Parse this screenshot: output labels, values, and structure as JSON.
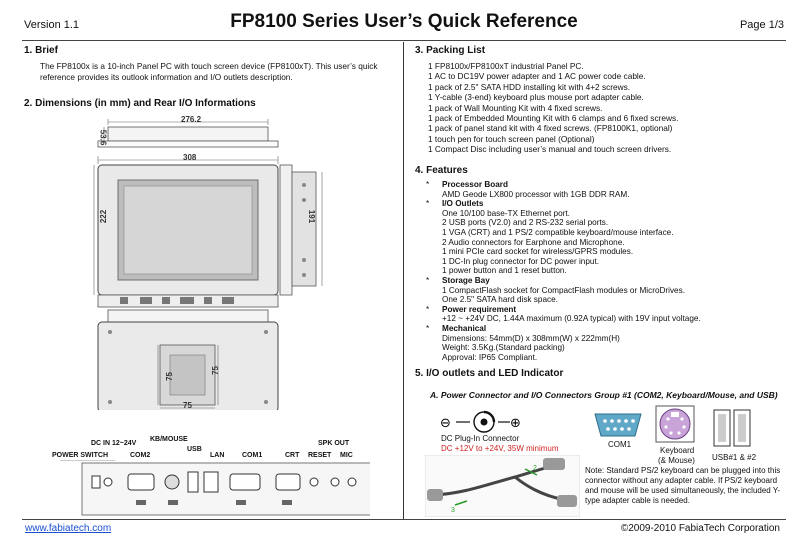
{
  "header": {
    "version": "Version 1.1",
    "title": "FP8100 Series User’s Quick Reference",
    "page": "Page 1/3"
  },
  "sections": {
    "brief": {
      "heading": "1.   Brief",
      "text": "The FP8100x is a 10-inch Panel PC with touch screen device (FP8100xT). This user’s quick reference provides its outlook information and I/O outlets description."
    },
    "dimensions": {
      "heading": "2.   Dimensions (in mm) and Rear I/O Informations",
      "labels": {
        "top_width": "276.2",
        "depth": "53.6",
        "front_width": "308",
        "height": "222",
        "side_height": "191",
        "vesa_a": "75",
        "vesa_b": "75",
        "vesa_c": "75"
      },
      "io_labels": {
        "dc_in": "DC IN 12~24V",
        "kb_mouse": "KB/MOUSE",
        "spk_out": "SPK OUT",
        "power_switch": "POWER SWITCH",
        "com2": "COM2",
        "usb": "USB",
        "lan": "LAN",
        "com1": "COM1",
        "crt": "CRT",
        "reset": "RESET",
        "mic": "MIC"
      }
    },
    "packing": {
      "heading": "3.   Packing List",
      "items": [
        "1 FP8100x/FP8100xT industrial Panel PC.",
        "1 AC to DC19V power adapter and 1 AC power code cable.",
        "1 pack of 2.5\" SATA HDD installing kit with 4+2 screws.",
        "1 Y-cable (3-end) keyboard plus mouse port adapter cable.",
        "1 pack of Wall Mounting Kit with 4 fixed screws.",
        "1 pack of Embedded Mounting Kit with 6 clamps and 6 fixed screws.",
        "1 pack of panel stand kit with 4 fixed screws. (FP8100K1, optional)",
        "1 touch pen for touch screen panel (Optional)",
        "1 Compact Disc including user’s manual and touch screen drivers."
      ]
    },
    "features": {
      "heading": "4.   Features",
      "bullet": "*",
      "groups": [
        {
          "title": "Processor Board",
          "lines": [
            "AMD Geode LX800 processor with 1GB DDR RAM."
          ]
        },
        {
          "title": "I/O Outlets",
          "lines": [
            "One 10/100 base-TX Ethernet port.",
            "2 USB ports (V2.0) and 2 RS-232 serial ports.",
            "1 VGA (CRT) and 1 PS/2 compatible keyboard/mouse interface.",
            "2 Audio connectors for Earphone and Microphone.",
            "1 mini PCIe card socket for wireless/GPRS modules.",
            "1 DC-In plug connector for DC power input.",
            "1 power button and 1 reset button."
          ]
        },
        {
          "title": "Storage Bay",
          "lines": [
            "1 CompactFlash socket for CompactFlash modules or MicroDrives.",
            "One 2.5\" SATA hard disk space."
          ]
        },
        {
          "title": "Power requirement",
          "lines": [
            "+12 ~ +24V DC, 1.44A maximum (0.92A typical) with 19V input voltage."
          ]
        },
        {
          "title": "Mechanical",
          "lines": [
            "Dimensions: 54mm(D) x 308mm(W) x 222mm(H)",
            "Weight: 3.5Kg.(Standard packing)",
            "Approval: IP65 Compliant."
          ]
        }
      ]
    },
    "io": {
      "heading": "5.   I/O outlets and LED Indicator",
      "sub_a": "A.   Power Connector and I/O Connectors Group #1 (COM2, Keyboard/Mouse, and USB)",
      "dc_plug_label": "DC Plug-In Connector",
      "dc_plug_spec": "DC +12V to +24V, 35W minimum",
      "com1": "COM1",
      "keyboard": "Keyboard",
      "keyboard_sub": "(& Mouse)",
      "usb": "USB#1 & #2",
      "note": "Note: Standard PS/2 keyboard can be plugged into this connector without any adapter cable. If PS/2 keyboard and mouse will be used simultaneously, the included Y-type adapter cable is needed.",
      "cable_a": "2",
      "cable_b": "3"
    }
  },
  "footer": {
    "link": "www.fabiatech.com",
    "copyright": "©2009-2010 FabiaTech Corporation"
  },
  "colors": {
    "accent_red": "#d22222",
    "link_blue": "#1a4fd0"
  }
}
